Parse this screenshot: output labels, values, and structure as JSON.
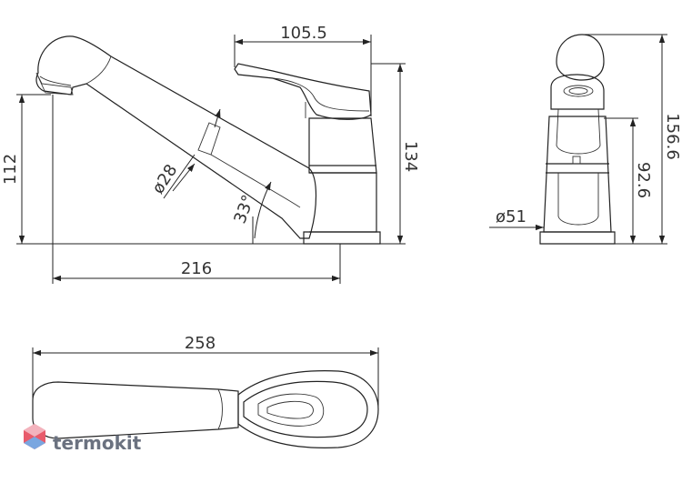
{
  "dimensions": {
    "side_spout_height": "112",
    "handle_reach": "105.5",
    "total_height": "134",
    "spout_diameter": "ø28",
    "spout_angle": "33°",
    "spout_reach": "216",
    "front_height": "156.6",
    "front_body_height": "92.6",
    "base_diameter": "ø51",
    "top_length": "258"
  },
  "brand": {
    "name": "termokit",
    "logo_colors": [
      "#e85b6b",
      "#7aa6e0",
      "#f3b3bd"
    ]
  }
}
